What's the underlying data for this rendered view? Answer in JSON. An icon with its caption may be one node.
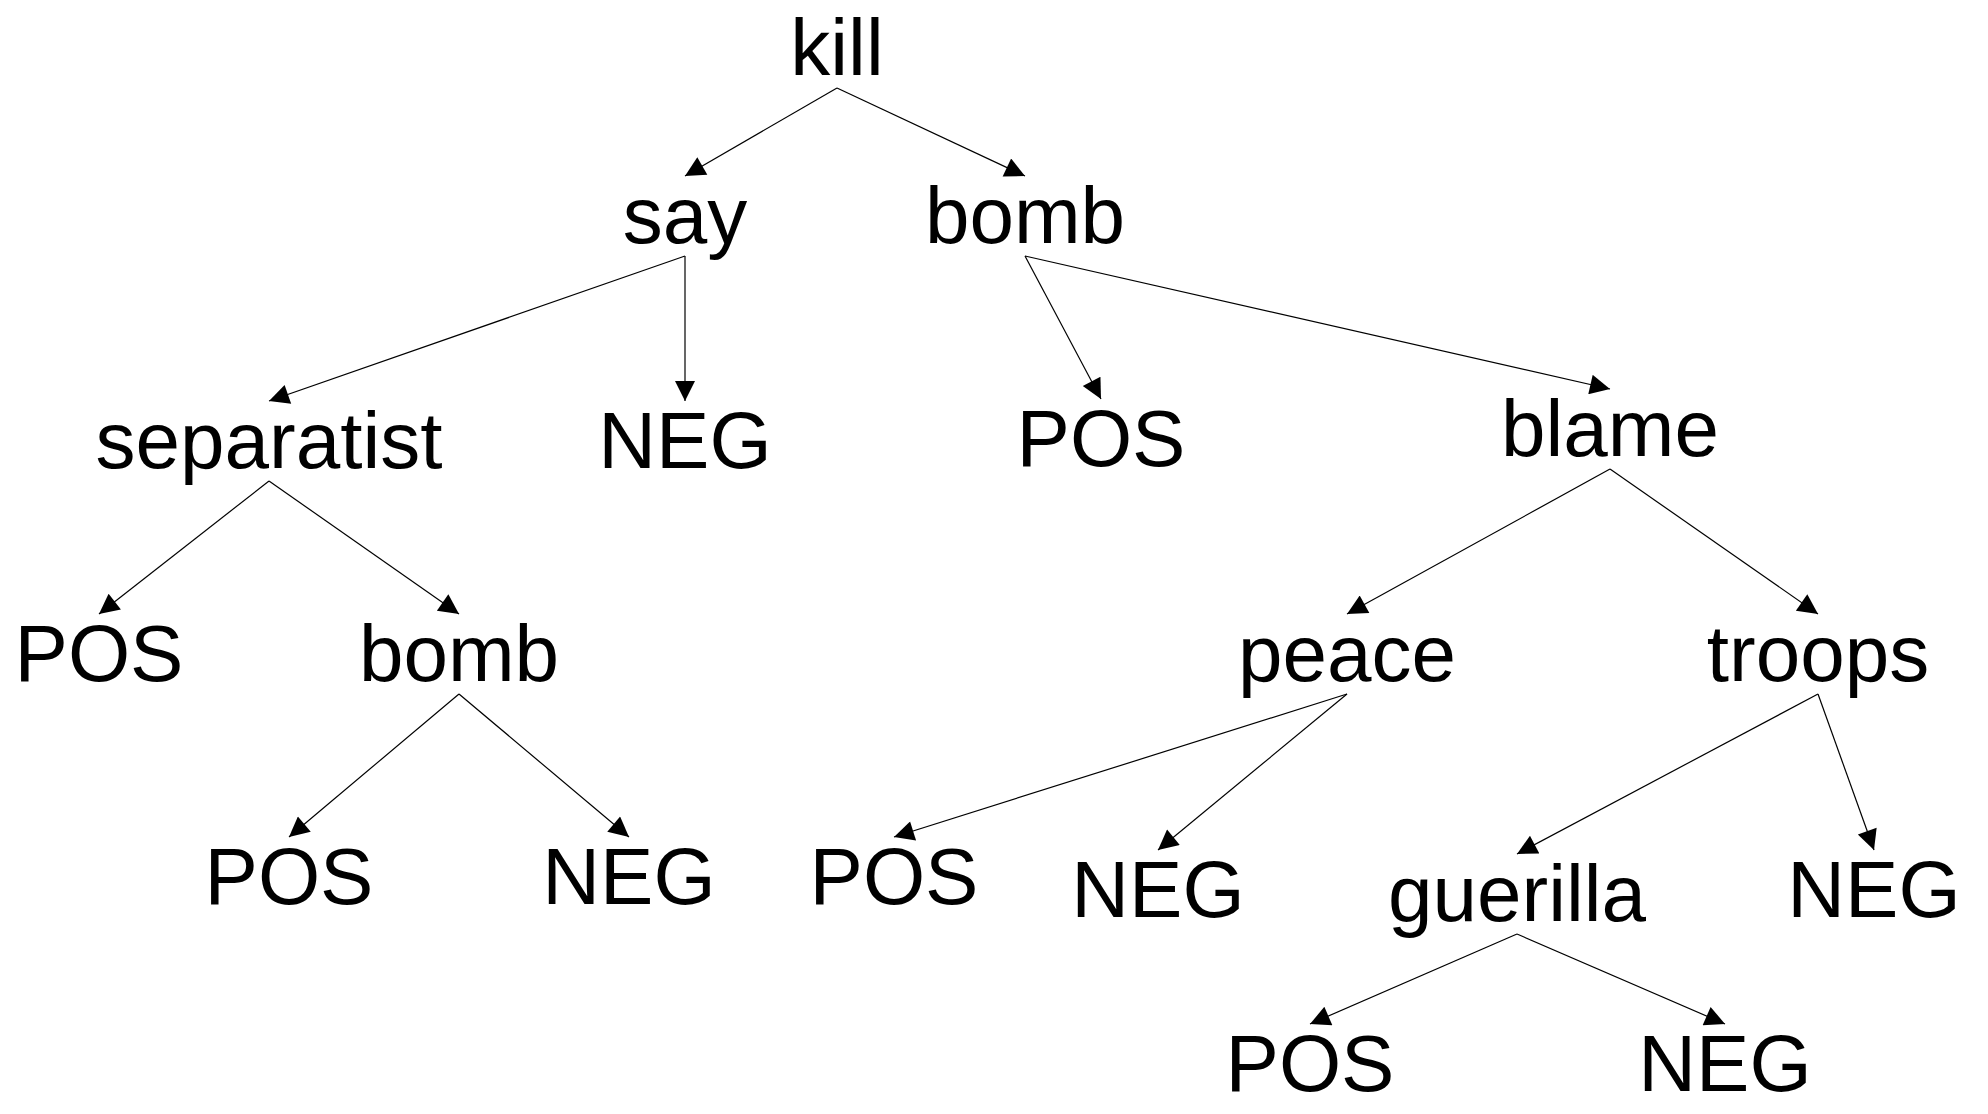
{
  "diagram": {
    "nodes": [
      {
        "text": [
          "kill"
        ]
      },
      {
        "text": [
          "say"
        ]
      },
      {
        "text": [
          "bomb"
        ]
      },
      {
        "text": [
          "separatist"
        ]
      },
      {
        "text": [
          "NEG"
        ]
      },
      {
        "text": [
          "POS"
        ]
      },
      {
        "text": [
          "blame"
        ]
      },
      {
        "text": [
          "POS"
        ]
      },
      {
        "text": [
          "bomb"
        ]
      },
      {
        "text": [
          "peace"
        ]
      },
      {
        "text": [
          "troops"
        ]
      },
      {
        "text": [
          "POS"
        ]
      },
      {
        "text": [
          "NEG"
        ]
      },
      {
        "text": [
          "POS"
        ]
      },
      {
        "text": [
          "NEG"
        ]
      },
      {
        "text": [
          "guerilla"
        ]
      },
      {
        "text": [
          "NEG"
        ]
      },
      {
        "text": [
          "POS"
        ]
      },
      {
        "text": [
          "NEG"
        ]
      }
    ],
    "edges": [
      {
        "from": 0,
        "to": 1,
        "arrow": "to"
      },
      {
        "from": 0,
        "to": 2,
        "arrow": "to"
      },
      {
        "from": 1,
        "to": 3,
        "arrow": "to"
      },
      {
        "from": 1,
        "to": 4,
        "arrow": "to"
      },
      {
        "from": 2,
        "to": 5,
        "arrow": "to"
      },
      {
        "from": 2,
        "to": 6,
        "arrow": "to"
      },
      {
        "from": 3,
        "to": 7,
        "arrow": "to"
      },
      {
        "from": 3,
        "to": 8,
        "arrow": "to"
      },
      {
        "from": 6,
        "to": 9,
        "arrow": "to"
      },
      {
        "from": 6,
        "to": 10,
        "arrow": "to"
      },
      {
        "from": 8,
        "to": 11,
        "arrow": "to"
      },
      {
        "from": 8,
        "to": 12,
        "arrow": "to"
      },
      {
        "from": 9,
        "to": 13,
        "arrow": "to"
      },
      {
        "from": 9,
        "to": 14,
        "arrow": "to"
      },
      {
        "from": 10,
        "to": 15,
        "arrow": "to"
      },
      {
        "from": 10,
        "to": 16,
        "arrow": "to"
      },
      {
        "from": 15,
        "to": 17,
        "arrow": "to"
      },
      {
        "from": 15,
        "to": 18,
        "arrow": "to"
      }
    ]
  }
}
